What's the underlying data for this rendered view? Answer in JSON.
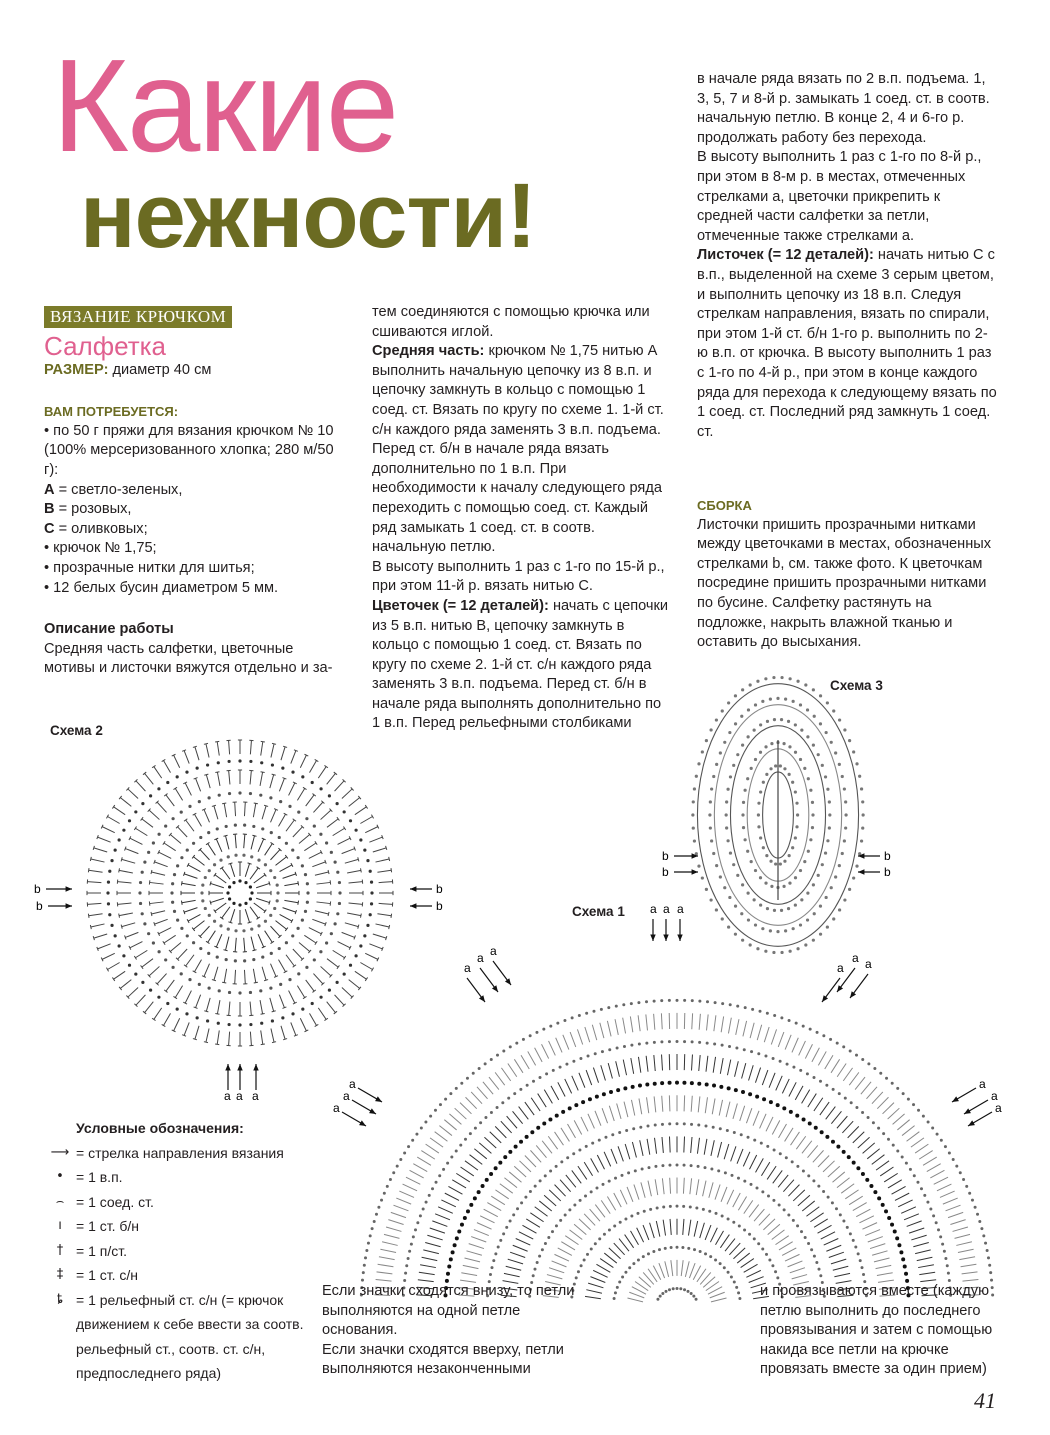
{
  "title": {
    "line1": "Какие",
    "line2": "нежности!"
  },
  "section_band": "ВЯЗАНИЕ КРЮЧКОМ",
  "item_title": "Салфетка",
  "size": {
    "label": "РАЗМЕР:",
    "value": " диаметр 40 см"
  },
  "materials": {
    "heading": "ВАМ ПОТРЕБУЕТСЯ:",
    "items": [
      "• по 50 г пряжи для вязания крючком № 10 (100% мерсеризованного хлопка; 280 м/50 г):",
      "A = светло-зеленых,",
      "B = розовых,",
      "C = оливковых;",
      "• крючок № 1,75;",
      "• прозрачные нитки для шитья;",
      "• 12 белых бусин диаметром 5 мм."
    ]
  },
  "description": {
    "heading": "Описание работы",
    "text": "Средняя часть салфетки, цветочные мотивы и листочки вяжутся отдельно и за-"
  },
  "column2": [
    "тем соединяются с помощью крючка или сшиваются иглой.",
    "Средняя часть: крючком № 1,75 нитью A выполнить начальную цепочку из 8 в.п. и цепочку замкнуть в кольцо с помощью 1 соед. ст. Вязать по кругу по схеме 1. 1-й ст. с/н каждого ряда заменять 3 в.п. подъема. Перед ст. б/н в начале ряда вязать дополнительно по 1 в.п. При необходимости к началу следующего ряда переходить с помощью соед. ст. Каждый ряд замыкать 1 соед. ст. в соотв. начальную петлю.",
    "В высоту выполнить 1 раз с 1-го по 15-й р., при этом 11-й р. вязать нитью C.",
    "Цветочек (= 12 деталей): начать с цепочки из 5 в.п. нитью B, цепочку замкнуть в кольцо с помощью 1 соед. ст. Вязать по кругу по схеме 2. 1-й ст. с/н каждого ряда заменять 3 в.п. подъема. Перед ст. б/н в начале ряда выполнять дополнительно по 1 в.п. Перед рельефными столбиками"
  ],
  "column3": [
    "в начале ряда вязать по 2 в.п. подъема. 1, 3, 5, 7 и 8-й р. замыкать 1 соед. ст. в соотв. начальную петлю. В конце 2, 4 и 6-го р. продолжать работу без перехода.",
    "В высоту выполнить 1 раз с 1-го по 8-й р., при этом в 8-м р. в местах, отмеченных стрелками a, цветочки прикрепить к средней части салфетки за петли, отмеченные также стрелками a.",
    "Листочек (= 12 деталей): начать нитью C с в.п., выделенной на схеме 3 серым цветом, и выполнить цепочку из 18 в.п. Следуя стрелкам направления, вязать по спирали, при этом 1-й ст. б/н 1-го р. выполнить по 2-ю в.п. от крючка. В высоту выполнить 1 раз с 1-го по 4-й р., при этом в конце каждого ряда для перехода к следующему вязать по 1 соед. ст. Последний ряд замкнуть 1 соед. ст."
  ],
  "assembly": {
    "heading": "СБОРКА",
    "text": "Листочки пришить прозрачными нитками между цветочками в местах, обозначенных стрелками b, см. также фото. К цветочкам посредине пришить прозрачными нитками по бусине. Салфетку растянуть на подложке, накрыть влажной тканью и оставить до высыхания."
  },
  "schemes": {
    "s1": "Схема 1",
    "s2": "Схема 2",
    "s3": "Схема 3"
  },
  "legend": {
    "heading": "Условные обозначения:",
    "items": [
      {
        "icon": "arrow-icon",
        "text": "= стрелка направления вязания"
      },
      {
        "icon": "dot-icon",
        "text": "= 1 в.п."
      },
      {
        "icon": "arc-icon",
        "text": "= 1 соед. ст."
      },
      {
        "icon": "bar-icon",
        "text": "= 1 ст. б/н"
      },
      {
        "icon": "half-double-icon",
        "text": "= 1 п/ст."
      },
      {
        "icon": "double-icon",
        "text": "= 1 ст. с/н"
      },
      {
        "icon": "relief-icon",
        "text": "= 1 рельефный ст. с/н (= крючок движением к себе ввести за соотв. рельефный ст., соотв. ст. с/н, предпоследнего ряда)"
      }
    ]
  },
  "caption_left": "Если значки сходятся внизу, то петли выполняются на одной петле основания.\nЕсли значки сходятся вверху, петли выполняются незаконченными",
  "caption_right": "и провязываются вместе (каждую петлю выполнить до последнего провязывания и затем с помощью накида все петли на крючке провязать вместе за один прием)",
  "marks": {
    "a": "a",
    "b": "b"
  },
  "page_number": "41"
}
